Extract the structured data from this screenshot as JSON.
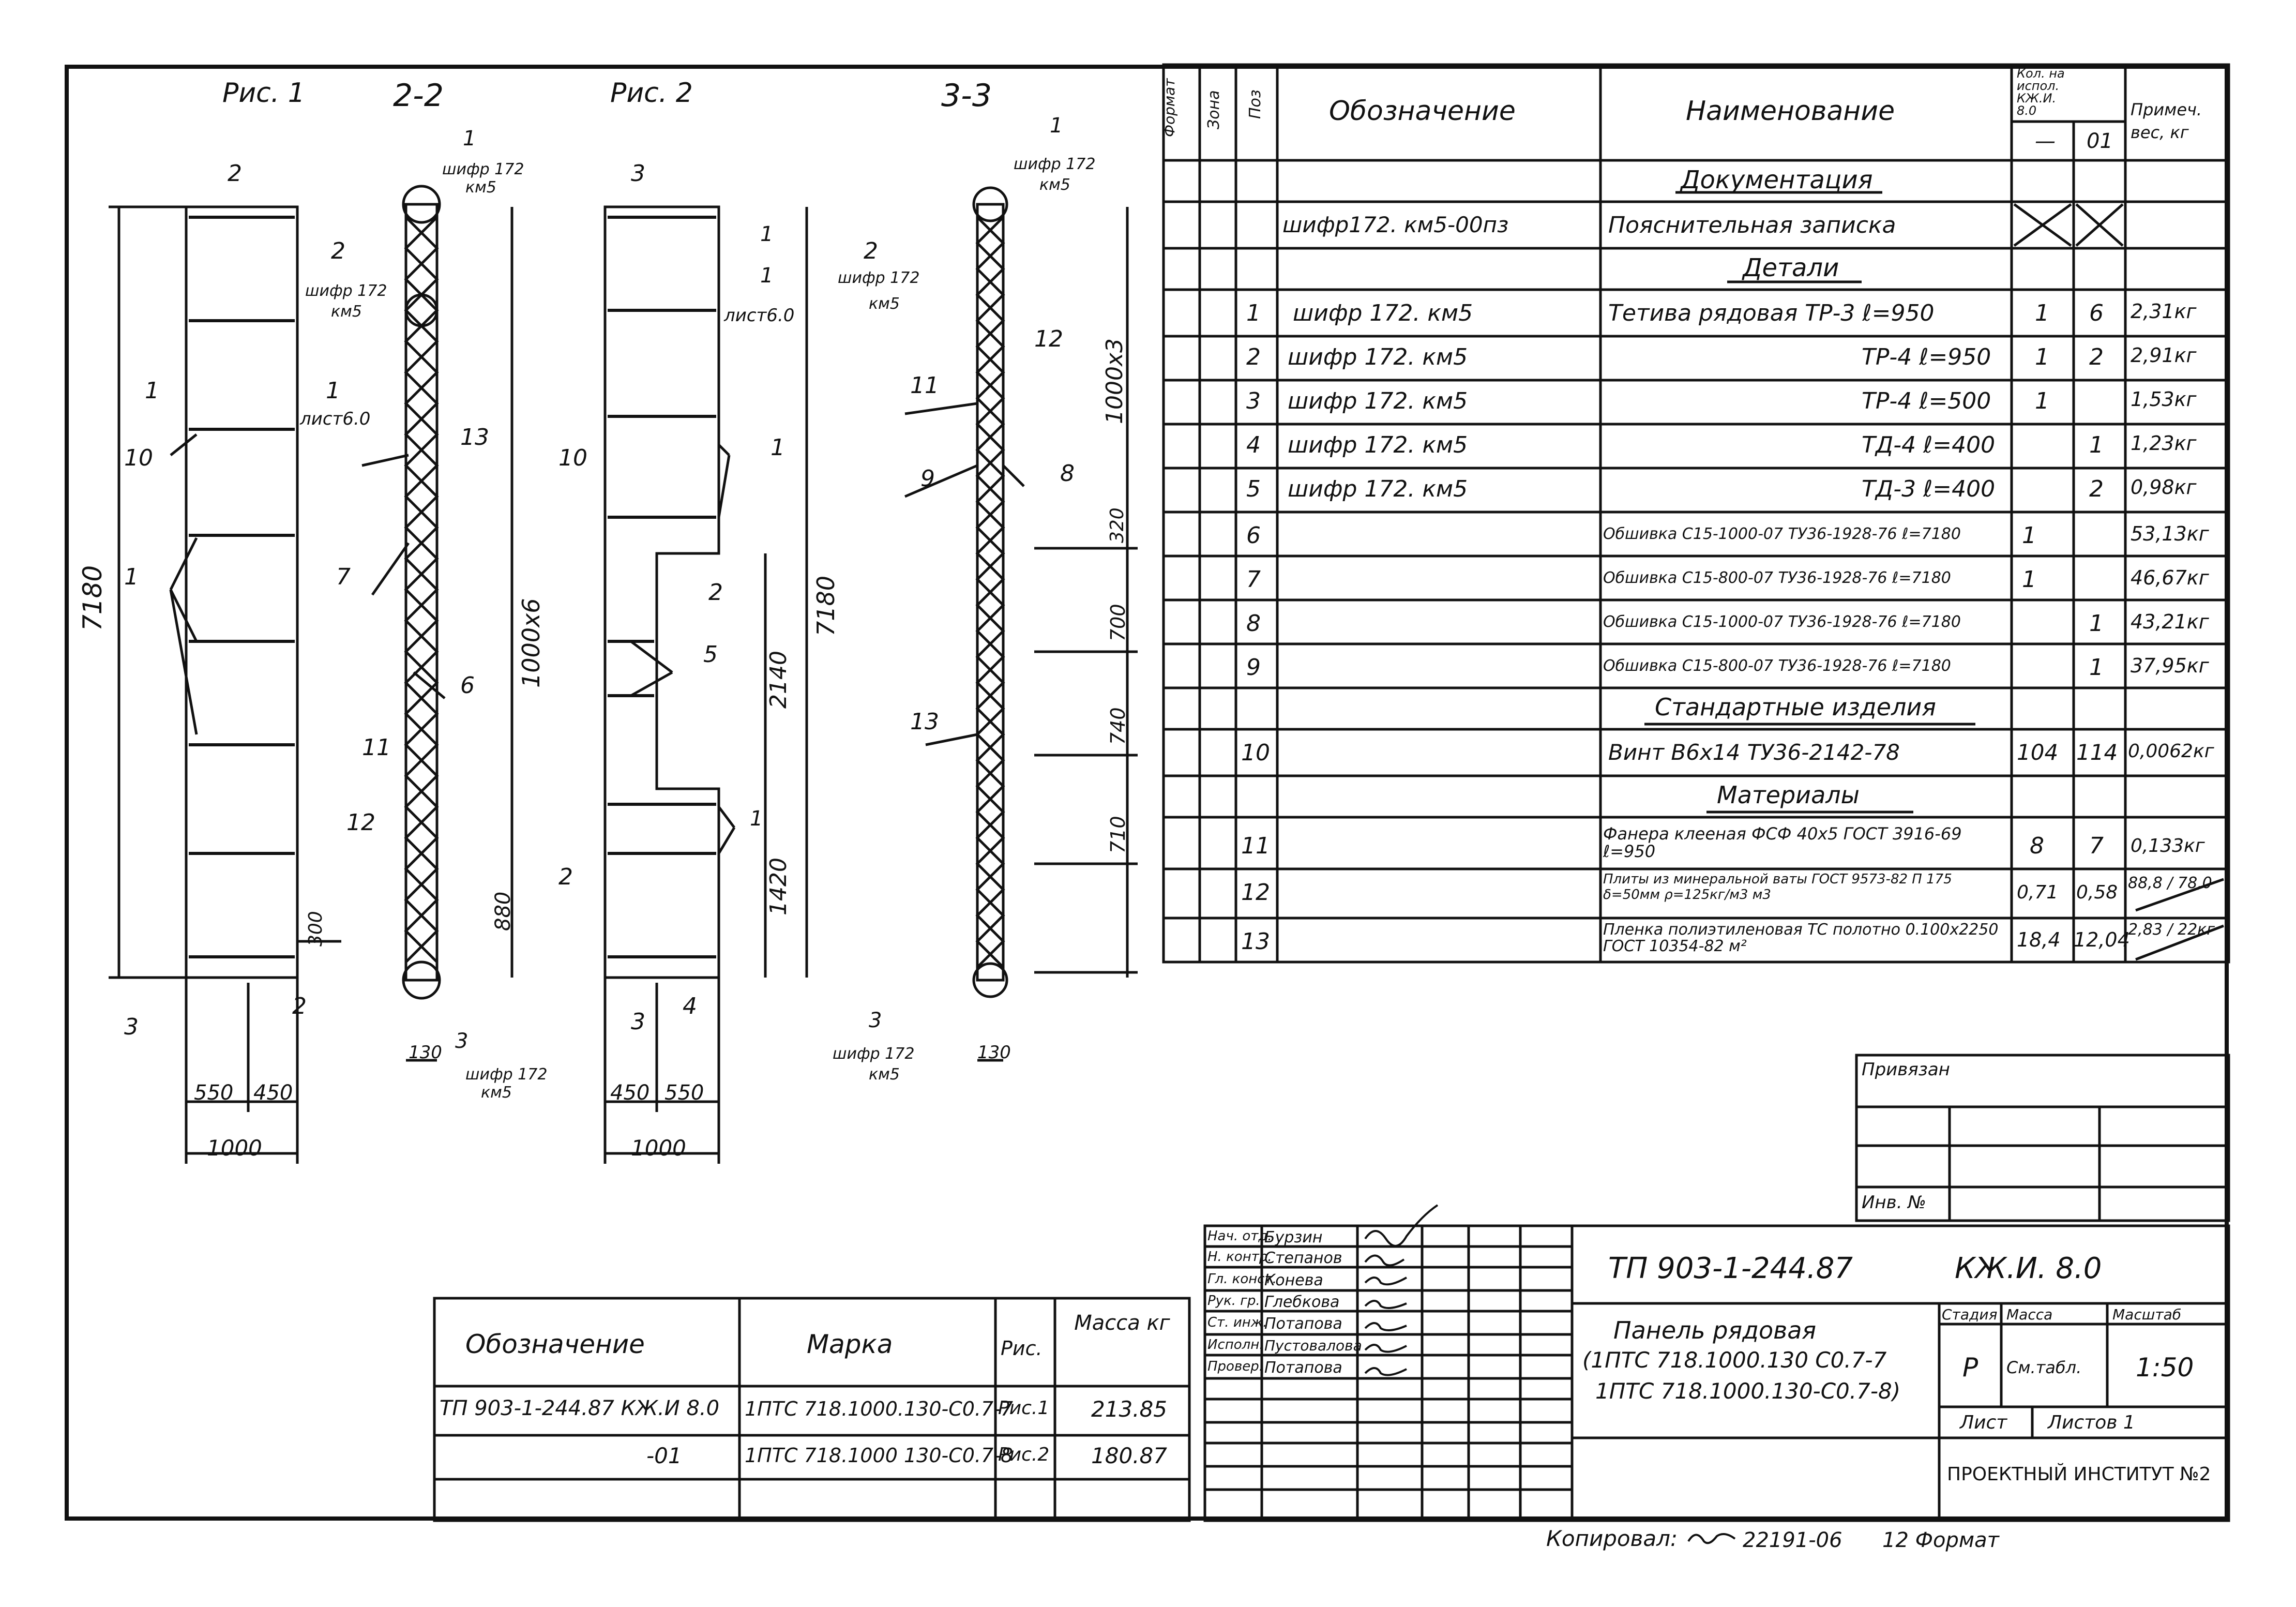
{
  "drawing": {
    "fig1_title": "Рис. 1",
    "sec22_title": "2-2",
    "fig2_title": "Рис. 2",
    "sec33_title": "3-3",
    "dim_7180": "7180",
    "dim_1000x6": "1000х6",
    "dim_1000x3": "1000х3",
    "dim_2140": "2140",
    "dim_1420": "1420",
    "dim_300": "300",
    "dim_880": "880",
    "dim_550": "550",
    "dim_450": "450",
    "dim_1000": "1000",
    "dim_130": "130",
    "dim_320": "320",
    "dim_700": "700",
    "dim_740": "740",
    "dim_710": "710",
    "ref_list6": "лист6.0",
    "ref_shifr": "шифр 172",
    "ref_km5": "км5",
    "callouts": [
      "1",
      "2",
      "3",
      "4",
      "5",
      "6",
      "7",
      "8",
      "9",
      "10",
      "11",
      "12",
      "13"
    ]
  },
  "spec": {
    "headers": {
      "format": "Формат",
      "zone": "Зона",
      "pos": "Поз",
      "designation": "Обозначение",
      "name": "Наименование",
      "qty": "Кол. на испол. КЖ.И. 8.0",
      "qty_a": "—",
      "qty_b": "01",
      "note": "Примеч. вес, кг"
    },
    "sections": {
      "docs": "Документация",
      "details": "Детали",
      "std": "Стандартные изделия",
      "materials": "Материалы"
    },
    "rows": [
      {
        "pos": "",
        "des": "шифр172. км5-00пз",
        "name": "Пояснительная записка",
        "q1": "",
        "q2": "",
        "note": ""
      },
      {
        "pos": "1",
        "des": "шифр 172. км5",
        "name": "Тетива рядовая ТР-3  ℓ=950",
        "q1": "1",
        "q2": "6",
        "note": "2,31кг"
      },
      {
        "pos": "2",
        "des": "шифр 172. км5",
        "name": "ТР-4  ℓ=950",
        "q1": "1",
        "q2": "2",
        "note": "2,91кг"
      },
      {
        "pos": "3",
        "des": "шифр 172. км5",
        "name": "ТР-4  ℓ=500",
        "q1": "1",
        "q2": "",
        "note": "1,53кг"
      },
      {
        "pos": "4",
        "des": "шифр 172. км5",
        "name": "ТД-4  ℓ=400",
        "q1": "",
        "q2": "1",
        "note": "1,23кг"
      },
      {
        "pos": "5",
        "des": "шифр 172. км5",
        "name": "ТД-3  ℓ=400",
        "q1": "",
        "q2": "2",
        "note": "0,98кг"
      },
      {
        "pos": "6",
        "des": "",
        "name": "Обшивка С15-1000-07 ТУ36-1928-76 ℓ=7180",
        "q1": "1",
        "q2": "",
        "note": "53,13кг"
      },
      {
        "pos": "7",
        "des": "",
        "name": "Обшивка С15-800-07 ТУ36-1928-76 ℓ=7180",
        "q1": "1",
        "q2": "",
        "note": "46,67кг"
      },
      {
        "pos": "8",
        "des": "",
        "name": "Обшивка С15-1000-07 ТУ36-1928-76 ℓ=7180",
        "q1": "",
        "q2": "1",
        "note": "43,21кг"
      },
      {
        "pos": "9",
        "des": "",
        "name": "Обшивка С15-800-07 ТУ36-1928-76 ℓ=7180",
        "q1": "",
        "q2": "1",
        "note": "37,95кг"
      },
      {
        "pos": "10",
        "des": "",
        "name": "Винт    В6х14  ТУ36-2142-78",
        "q1": "104",
        "q2": "114",
        "note": "0,0062кг"
      },
      {
        "pos": "11",
        "des": "",
        "name": "Фанера клееная ФСФ 40х5 ГОСТ 3916-69  ℓ=950",
        "q1": "8",
        "q2": "7",
        "note": "0,133кг"
      },
      {
        "pos": "12",
        "des": "",
        "name": "Плиты из минеральной ваты ГОСТ 9573-82 П 175 δ=50мм ρ=125кг/м3  м3",
        "q1": "0,71",
        "q2": "0,58",
        "note": "88,8 / 78,0"
      },
      {
        "pos": "13",
        "des": "",
        "name": "Пленка полиэтиленовая ТС полотно 0.100х2250 ГОСТ 10354-82  м²",
        "q1": "18,4",
        "q2": "12,04",
        "note": "2,83 / 22кг"
      }
    ]
  },
  "privyazan": {
    "title": "Привязан",
    "inv": "Инв. №"
  },
  "marks": {
    "headers": {
      "des": "Обозначение",
      "mark": "Марка",
      "fig": "Рис.",
      "mass": "Масса кг"
    },
    "rows": [
      {
        "des": "ТП 903-1-244.87 КЖ.И 8.0",
        "mark": "1ПТС 718.1000.130-С0.7-7",
        "fig": "Рис.1",
        "mass": "213.85"
      },
      {
        "des": "-01",
        "mark": "1ПТС 718.1000 130-С0.7-8",
        "fig": "Рис.2",
        "mass": "180.87"
      }
    ]
  },
  "stamp": {
    "people": [
      {
        "role": "Нач. отд.",
        "name": "Бурзин"
      },
      {
        "role": "Н. контр.",
        "name": "Степанов"
      },
      {
        "role": "Гл. конст.",
        "name": "Конева"
      },
      {
        "role": "Рук. гр.",
        "name": "Глебкова"
      },
      {
        "role": "Ст. инж.",
        "name": "Потапова"
      },
      {
        "role": "Исполн.",
        "name": "Пустовалова"
      },
      {
        "role": "Провер.",
        "name": "Потапова"
      }
    ],
    "doc_code": "ТП 903-1-244.87",
    "doc_mark": "КЖ.И. 8.0",
    "title1": "Панель рядовая",
    "title2": "(1ПТС 718.1000.130 С0.7-7",
    "title3": "1ПТС 718.1000.130-С0.7-8)",
    "stage_h": "Стадия",
    "mass_h": "Масса",
    "scale_h": "Масштаб",
    "stage": "Р",
    "mass": "См.табл.",
    "scale": "1:50",
    "sheet": "Лист",
    "sheets": "Листов 1",
    "org": "ПРОЕКТНЫЙ ИНСТИТУТ №2"
  },
  "footer": {
    "copied": "Копировал:",
    "num": "22191-06",
    "fmt": "12  Формат"
  }
}
